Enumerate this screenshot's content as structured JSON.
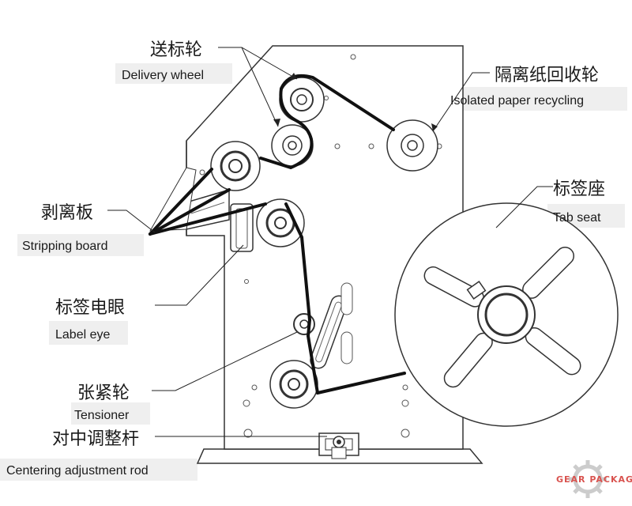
{
  "labels": {
    "delivery_wheel": {
      "zh": "送标轮",
      "en": "Delivery wheel"
    },
    "isolated_paper": {
      "zh": "隔离纸回收轮",
      "en": "Isolated paper recycling"
    },
    "tab_seat": {
      "zh": "标签座",
      "en": "Tab seat"
    },
    "stripping_board": {
      "zh": "剥离板",
      "en": "Stripping board"
    },
    "label_eye": {
      "zh": "标签电眼",
      "en": "Label eye"
    },
    "tensioner": {
      "zh": "张紧轮",
      "en": "Tensioner"
    },
    "centering_rod": {
      "zh": "对中调整杆",
      "en": "Centering adjustment rod"
    }
  },
  "logo": {
    "text": "GEAR PACKAGING",
    "color": "#d9534f"
  },
  "colors": {
    "line": "#333333",
    "web": "#111111",
    "label_bg": "#efefef"
  }
}
